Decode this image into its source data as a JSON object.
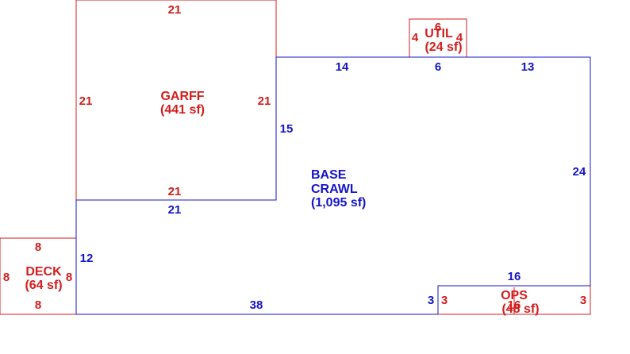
{
  "colors": {
    "red": "#d41c1c",
    "blue": "#1414c8"
  },
  "garage": {
    "name": "GARFF",
    "area": "(441 sf)",
    "dim_top": "21",
    "dim_left": "21",
    "dim_right": "21",
    "dim_bottom": "21"
  },
  "util": {
    "name": "UTIL",
    "area": "(24 sf)",
    "dim_top": "6",
    "dim_left": "4",
    "dim_right": "4",
    "dim_bottom": "6"
  },
  "base": {
    "name_line1": "BASE",
    "name_line2": "CRAWL",
    "area": "(1,095 sf)",
    "dim_top_left": "14",
    "dim_top_right": "13",
    "dim_inner_vertical": "15",
    "dim_right": "24",
    "dim_inner_horizontal": "21",
    "dim_left": "12",
    "dim_bottom": "38",
    "dim_notch_vertical": "3",
    "dim_notch_horizontal": "16"
  },
  "deck": {
    "name": "DECK",
    "area": "(64 sf)",
    "dim_top": "8",
    "dim_left": "8",
    "dim_right": "8",
    "dim_bottom": "8"
  },
  "ops": {
    "name": "OPS",
    "area": "(48 sf)",
    "dim_left": "3",
    "dim_right": "3",
    "dim_inner": "16"
  }
}
